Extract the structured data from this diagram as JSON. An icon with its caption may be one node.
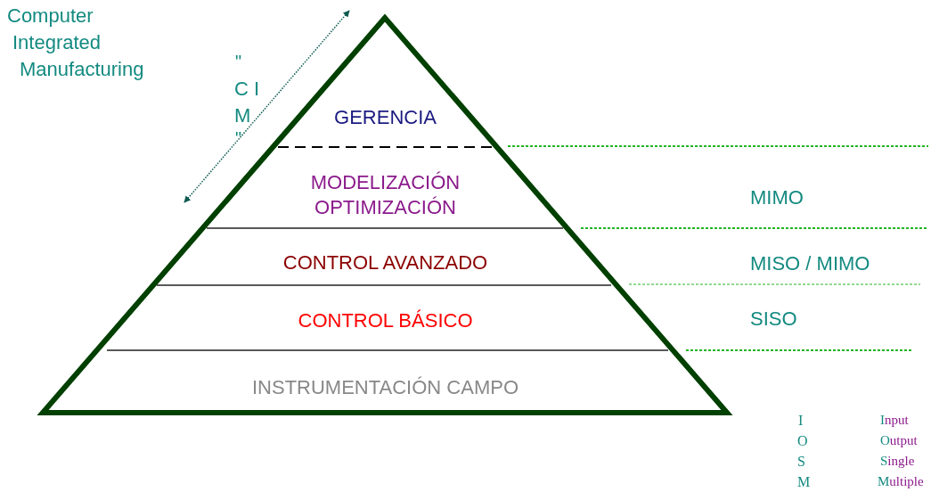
{
  "diagram": {
    "nodes": [
      {
        "text": [],
        "shape": "triangle"
      },
      {
        "text": [
          "GERENCIA"
        ],
        "in": 0
      },
      {
        "text": [
          "MODELIZACIÓN OPTIMIZACIÓN"
        ],
        "in": 0
      },
      {
        "text": [
          "CONTROL AVANZADO"
        ],
        "in": 0
      },
      {
        "text": [
          "CONTROL BÁSICO"
        ],
        "in": 0
      },
      {
        "text": [
          "INSTRUMENTACIÓN CAMPO"
        ],
        "in": 0
      }
    ],
    "labels": [
      "Computer",
      "Integrated",
      "Manufacturing",
      "\"",
      "C I",
      "M",
      "\"",
      "MIMO",
      "MISO / MIMO",
      "SISO",
      "I",
      "Input",
      "O",
      "Output",
      "S",
      "Single",
      "M",
      "Multiple"
    ]
  }
}
